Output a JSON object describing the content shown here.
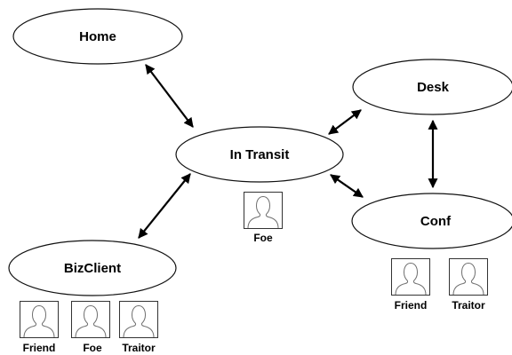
{
  "diagram": {
    "nodes": {
      "home": {
        "label": "Home"
      },
      "desk": {
        "label": "Desk"
      },
      "transit": {
        "label": "In Transit"
      },
      "conf": {
        "label": "Conf"
      },
      "bizclient": {
        "label": "BizClient"
      }
    },
    "people": {
      "transit": [
        "Foe"
      ],
      "conf": [
        "Friend",
        "Traitor"
      ],
      "bizclient": [
        "Friend",
        "Foe",
        "Traitor"
      ]
    },
    "edges": [
      {
        "from": "Home",
        "to": "In Transit",
        "bidirectional": true
      },
      {
        "from": "Desk",
        "to": "In Transit",
        "bidirectional": true
      },
      {
        "from": "Desk",
        "to": "Conf",
        "bidirectional": true
      },
      {
        "from": "Conf",
        "to": "In Transit",
        "bidirectional": true
      },
      {
        "from": "BizClient",
        "to": "In Transit",
        "bidirectional": true
      }
    ],
    "avatar_icon": "person-silhouette-icon"
  }
}
